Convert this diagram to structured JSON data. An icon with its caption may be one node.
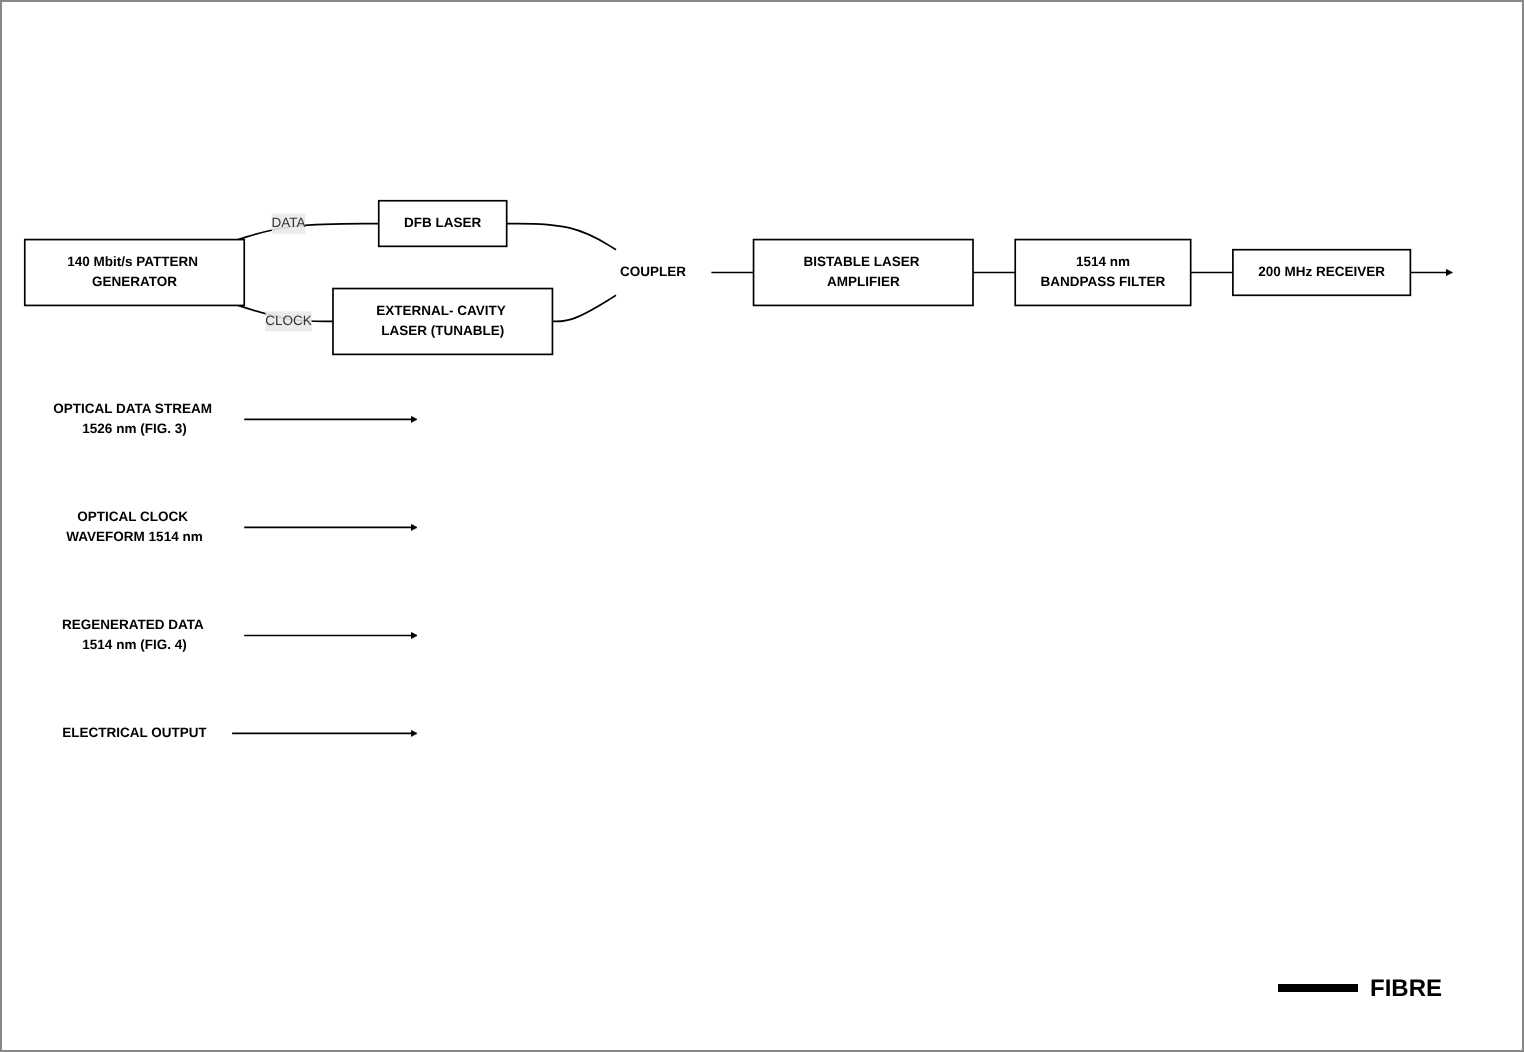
{
  "diagram": {
    "nodes": [
      {
        "text": [
          "140 Mbit/s PATTERN GENERATOR"
        ]
      },
      {
        "text": [
          "DFB LASER"
        ]
      },
      {
        "text": [
          "EXTERNAL- CAVITY LASER (TUNABLE)"
        ]
      },
      {
        "text": [
          "COUPLER"
        ]
      },
      {
        "text": [
          "BISTABLE LASER AMPLIFIER"
        ]
      },
      {
        "text": [
          "1514 nm",
          "BANDPASS FILTER"
        ]
      },
      {
        "text": [
          "200 MHz RECEIVER"
        ]
      },
      {
        "text": [
          "OPTICAL DATA STREAM 1526 nm (FIG. 3)"
        ]
      },
      {
        "text": [
          "OPTICAL CLOCK WAVEFORM 1514 nm"
        ]
      },
      {
        "text": [
          "REGENERATED DATA 1514 nm (FIG. 4)"
        ]
      },
      {
        "text": [
          "ELECTRICAL OUTPUT"
        ]
      }
    ],
    "edges": [
      {
        "from": 0,
        "to": 1,
        "arrow": "none",
        "label": "DATA"
      },
      {
        "from": 0,
        "to": 2,
        "arrow": "none",
        "label": "CLOCK"
      },
      {
        "from": 1,
        "to": 3,
        "arrow": "none"
      },
      {
        "from": 2,
        "to": 3,
        "arrow": "none"
      },
      {
        "from": 3,
        "to": 4,
        "arrow": "none"
      },
      {
        "from": 4,
        "to": 5,
        "arrow": "none"
      },
      {
        "from": 5,
        "to": 6,
        "arrow": "none"
      },
      {
        "from": 6,
        "to": null,
        "arrow": "to"
      },
      {
        "from": 7,
        "to": null,
        "arrow": "to"
      },
      {
        "from": 8,
        "to": null,
        "arrow": "to"
      },
      {
        "from": 9,
        "to": null,
        "arrow": "to"
      },
      {
        "from": 10,
        "to": null,
        "arrow": "to"
      }
    ],
    "legend": [
      {
        "text": "FIBRE"
      }
    ]
  }
}
